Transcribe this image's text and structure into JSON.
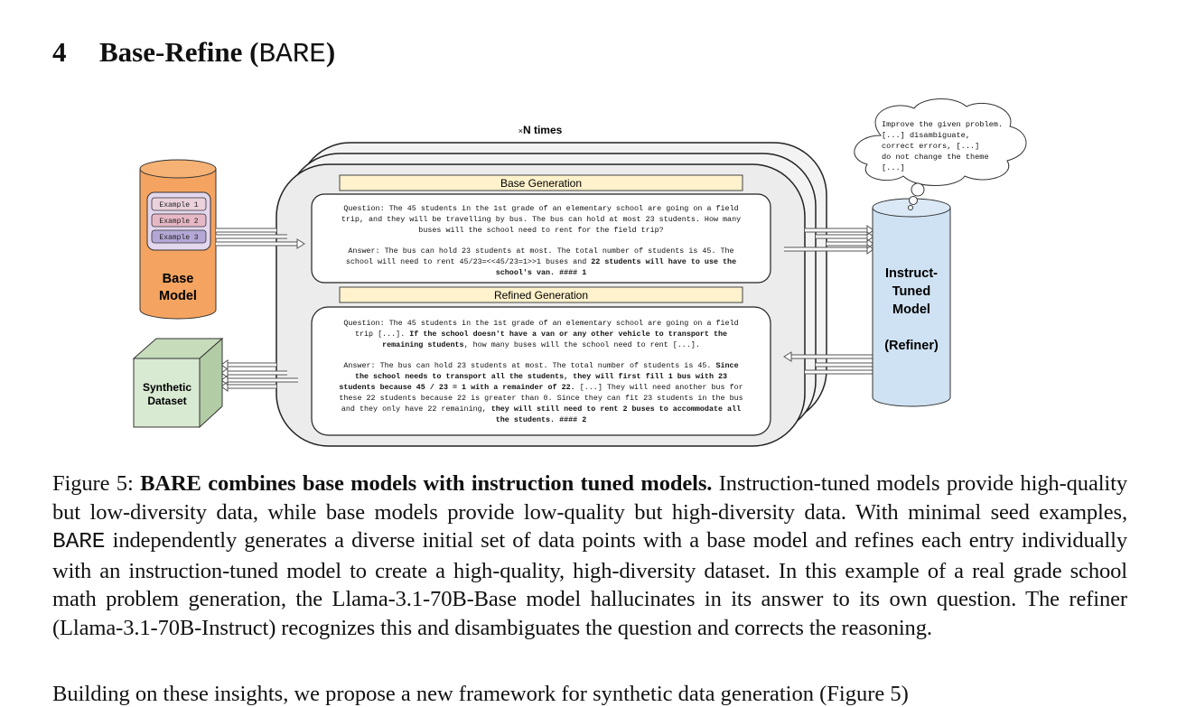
{
  "section": {
    "number": "4",
    "title": "Base-Refine (",
    "code": "BARE",
    "close": ")"
  },
  "figure": {
    "repeat_prefix": "×",
    "repeat_label": "N times",
    "base_model": {
      "line1": "Base",
      "line2": "Model",
      "examples": [
        "Example 1",
        "Example 2",
        "Example 3"
      ]
    },
    "synthetic": {
      "line1": "Synthetic",
      "line2": "Dataset"
    },
    "refiner": {
      "line1": "Instruct-",
      "line2": "Tuned",
      "line3": "Model",
      "line4": "(Refiner)"
    },
    "thought": [
      "Improve the given problem.",
      "[...] disambiguate,",
      "correct errors, [...]",
      "do not change the theme",
      "[...]"
    ],
    "base_generation_label": "Base Generation",
    "refined_generation_label": "Refined Generation",
    "base_q": [
      "Question: The 45 students in the 1st grade of an elementary school are going on a field",
      "trip, and they will be travelling by bus. The bus can hold at most 23 students. How many",
      "buses will the school need to rent for the field trip?"
    ],
    "base_a1": "Answer: The bus can hold 23 students at most. The total number of students is 45. The",
    "base_a2_plain": "school will need to rent 45/23=<<45/23=1>>1 buses and ",
    "base_a2_bold": "22 students will have to use the",
    "base_a3_bold": "school's van. #### 1",
    "ref_q1": "Question: The 45 students in the 1st grade of an elementary school are going on a field",
    "ref_q2_plain": "trip [...]. ",
    "ref_q2_bold": "If the school doesn't have a van or any other vehicle to transport the",
    "ref_q3_bold": "remaining students",
    "ref_q3_plain": ", how many buses will the school need to rent [...].",
    "ref_a1_plain": "Answer: The bus can hold 23 students at most. The total number of students is 45. ",
    "ref_a1_bold": "Since",
    "ref_a2_bold": "the school needs to transport all the students, they will first fill 1 bus with 23",
    "ref_a3_bold": "students because 45 / 23 = 1 with a remainder of 22.",
    "ref_a3_plain": " [...] They will need another bus for",
    "ref_a4": "these 22 students because 22 is greater than 0. Since they can fit 23 students in the bus",
    "ref_a5_plain": "and they only have 22 remaining, ",
    "ref_a5_bold": "they will still need to rent 2 buses to accommodate all",
    "ref_a6_bold": "the students. #### 2"
  },
  "caption": {
    "label": "Figure 5: ",
    "bold": "BARE combines base models with instruction tuned models.",
    "text1": " Instruction-tuned models provide high-quality but low-diversity data, while base models provide low-quality but high-diversity data. With minimal seed examples, ",
    "code": "BARE",
    "text2": " independently generates a diverse initial set of data points with a base model and refines each entry individually with an instruction-tuned model to create a high-quality, high-diversity dataset. In this example of a real grade school math problem generation, the Llama-3.1-70B-Base model hallucinates in its answer to its own question. The refiner (Llama-3.1-70B-Instruct) recognizes this and disambiguates the question and corrects the reasoning."
  },
  "next_paragraph_fragment": "Building on these insights, we propose a new framework for synthetic data generation (Figure 5)",
  "colors": {
    "base_model": "#f4a460",
    "refiner": "#cfe2f3",
    "synthetic": "#d9ead3",
    "label_bar": "#fff2cc",
    "example1": "#ead1dc",
    "example2": "#e6b8c5",
    "example3": "#b4a7d6"
  }
}
